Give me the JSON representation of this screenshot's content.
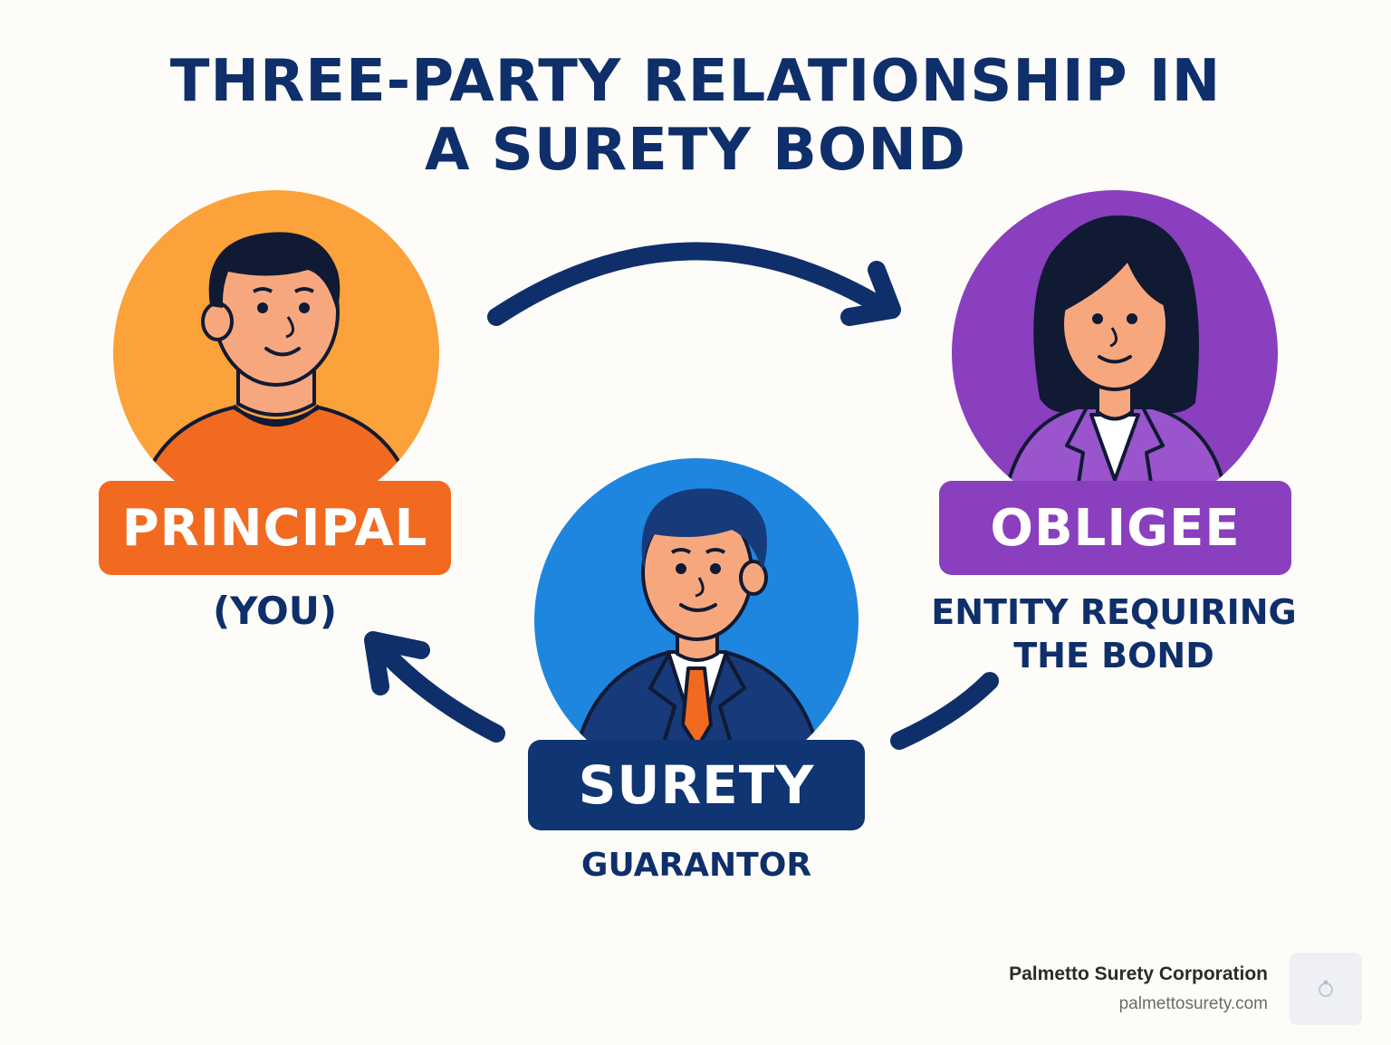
{
  "title": {
    "line1": "THREE-PARTY RELATIONSHIP IN",
    "line2": "A SURETY BOND"
  },
  "parties": {
    "principal": {
      "label": "PRINCIPAL",
      "description": "(YOU)",
      "color": "#f26a1f",
      "circle_color": "#fba23a"
    },
    "obligee": {
      "label": "OBLIGEE",
      "description_line1": "ENTITY REQUIRING",
      "description_line2": "THE BOND",
      "color": "#8a3fbf",
      "circle_color": "#8a3fbf"
    },
    "surety": {
      "label": "SURETY",
      "description": "GUARANTOR",
      "color": "#0f3572",
      "circle_color": "#1f86df"
    }
  },
  "colors": {
    "text": "#0f2f6b",
    "arrow": "#0f2f6b",
    "background": "#fdfcf9"
  },
  "footer": {
    "company": "Palmetto Surety Corporation",
    "website": "palmettosurety.com"
  }
}
